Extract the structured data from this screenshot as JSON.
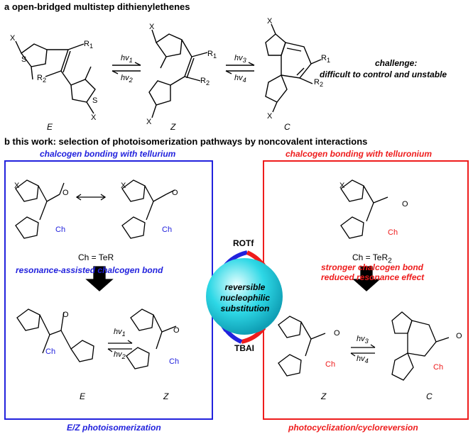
{
  "section_a": {
    "title": "a open-bridged multistep dithienylethenes",
    "isomers": [
      "E",
      "Z",
      "C"
    ],
    "arrows": [
      "hv1",
      "hv2",
      "hv3",
      "hv4"
    ],
    "challenge_line1": "challenge:",
    "challenge_line2": "difficult to control and unstable"
  },
  "section_b": {
    "title": "b this work: selection of photoisomerization pathways by noncovalent interactions",
    "left_panel": {
      "title": "chalcogen bonding with tellurium",
      "ch_def": "Ch = TeR",
      "caption": "resonance-assisted chalcogen bond",
      "isomer_labels": [
        "E",
        "Z"
      ],
      "footer": "E/Z photoisomerization",
      "color": "#2222dd"
    },
    "center": {
      "reagent_top": "ROTf",
      "reagent_bottom": "TBAI",
      "sphere_line1": "reversible",
      "sphere_line2": "nucleophilic",
      "sphere_line3": "substitution"
    },
    "right_panel": {
      "title": "chalcogen bonding with telluronium",
      "ch_def": "Ch = TeR",
      "ch_def_sub": "2",
      "caption_line1": "stronger chalcogen bond",
      "caption_line2": "reduced resonance effect",
      "isomer_labels": [
        "Z",
        "C"
      ],
      "footer": "photocyclization/cycloreversion",
      "color": "#ee1c1c"
    }
  },
  "atoms": {
    "x": "X",
    "s": "S",
    "ch": "Ch",
    "o": "O",
    "r1": "R",
    "r2": "R"
  }
}
